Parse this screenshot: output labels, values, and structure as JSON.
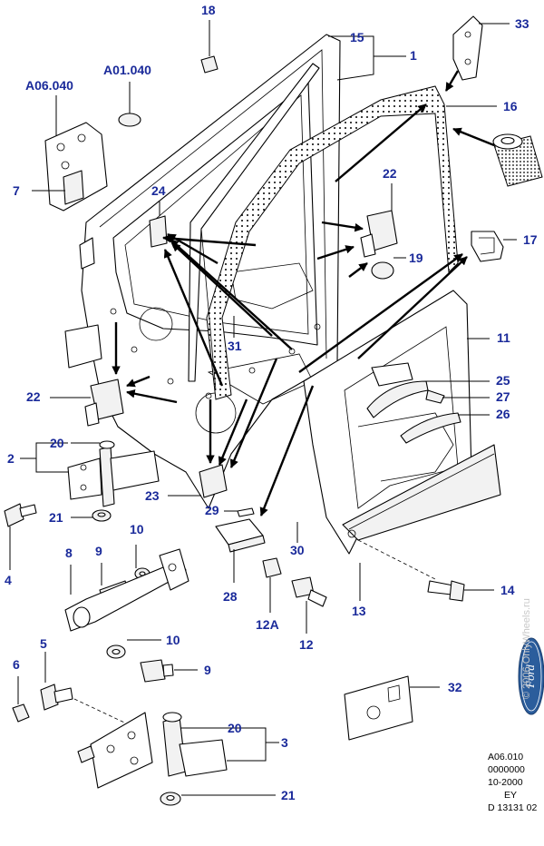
{
  "callouts": {
    "c18": "18",
    "c33": "33",
    "c15": "15",
    "c1": "1",
    "a01": "A01.040",
    "a06": "A06.040",
    "c16": "16",
    "c7": "7",
    "c22a": "22",
    "c24": "24",
    "c17": "17",
    "c19": "19",
    "c31": "31",
    "c11": "11",
    "c22b": "22",
    "c25": "25",
    "c27": "27",
    "c26": "26",
    "c2": "2",
    "c20a": "20",
    "c23": "23",
    "c29": "29",
    "c21a": "21",
    "c10a": "10",
    "c4": "4",
    "c8": "8",
    "c9a": "9",
    "c30": "30",
    "c28": "28",
    "c12a": "12A",
    "c12": "12",
    "c13": "13",
    "c14": "14",
    "c10b": "10",
    "c9b": "9",
    "c5": "5",
    "c6": "6",
    "c32": "32",
    "c20b": "20",
    "c3": "3",
    "c21b": "21"
  },
  "meta": {
    "line1": "A06.010",
    "line2": "0000000",
    "line3": "10-2000",
    "line4": "EY",
    "line5": "D 13131 02"
  },
  "logo": {
    "text": "Ford"
  },
  "watermark": "© 2006 OnlyWheels.ru",
  "colors": {
    "callout": "#1a2a9a",
    "logo": "#2b5d9c"
  }
}
